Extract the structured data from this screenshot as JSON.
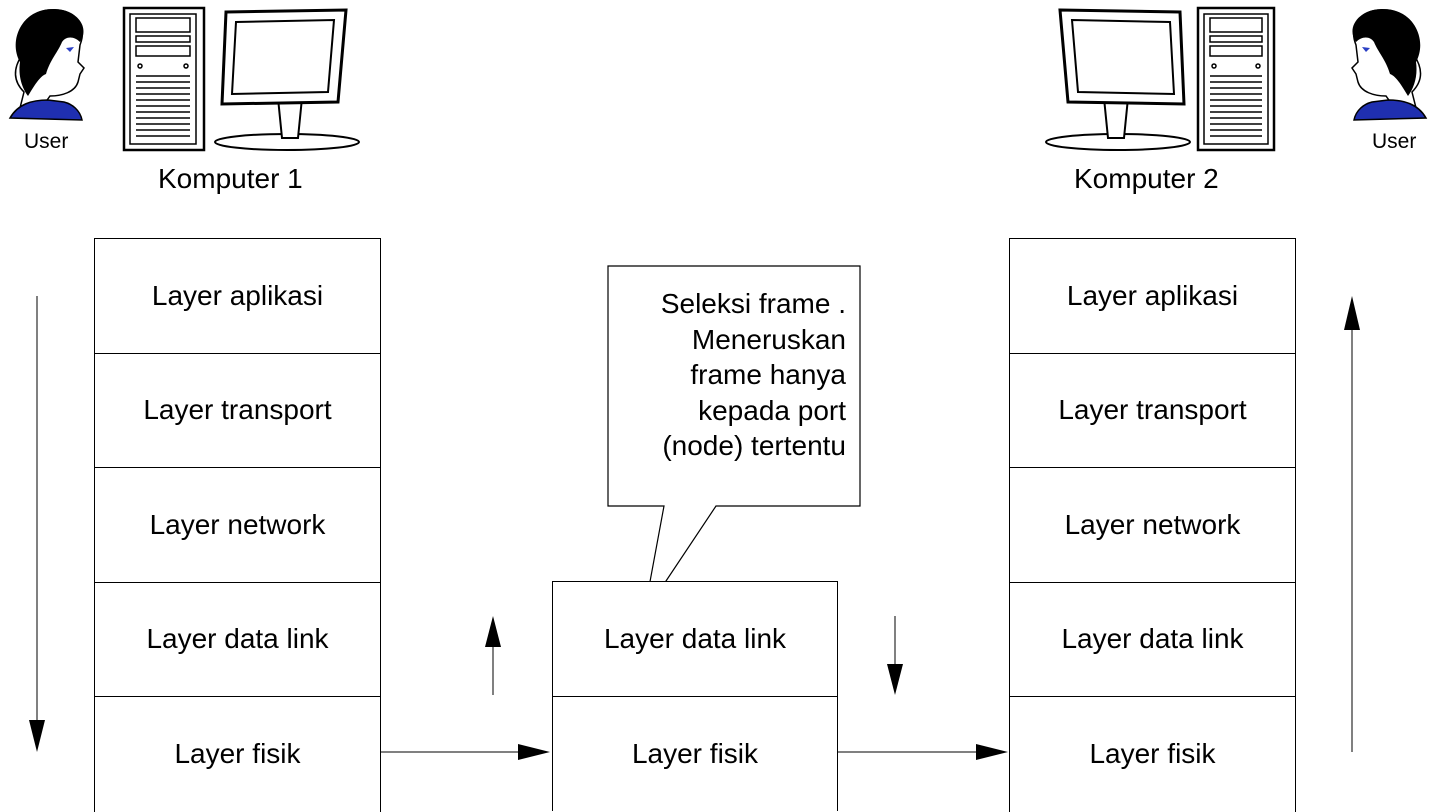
{
  "left": {
    "user_label": "User",
    "computer_label": "Komputer 1",
    "layers": [
      "Layer aplikasi",
      "Layer transport",
      "Layer network",
      "Layer data link",
      "Layer fisik"
    ]
  },
  "middle": {
    "layers": [
      "Layer data link",
      "Layer fisik"
    ],
    "callout_lines": [
      "Seleksi frame .",
      "Meneruskan",
      "frame hanya",
      "kepada port",
      "(node) tertentu"
    ]
  },
  "right": {
    "user_label": "User",
    "computer_label": "Komputer 2",
    "layers": [
      "Layer aplikasi",
      "Layer transport",
      "Layer network",
      "Layer data link",
      "Layer fisik"
    ]
  },
  "icons": {
    "user_left": "user-head-icon",
    "computer_left": "desktop-computer-icon",
    "computer_right": "desktop-computer-icon",
    "user_right": "user-head-icon"
  },
  "colors": {
    "line": "#000000",
    "eye": "#2a3fc4",
    "shirt": "#1f2fb0",
    "background": "#ffffff"
  }
}
